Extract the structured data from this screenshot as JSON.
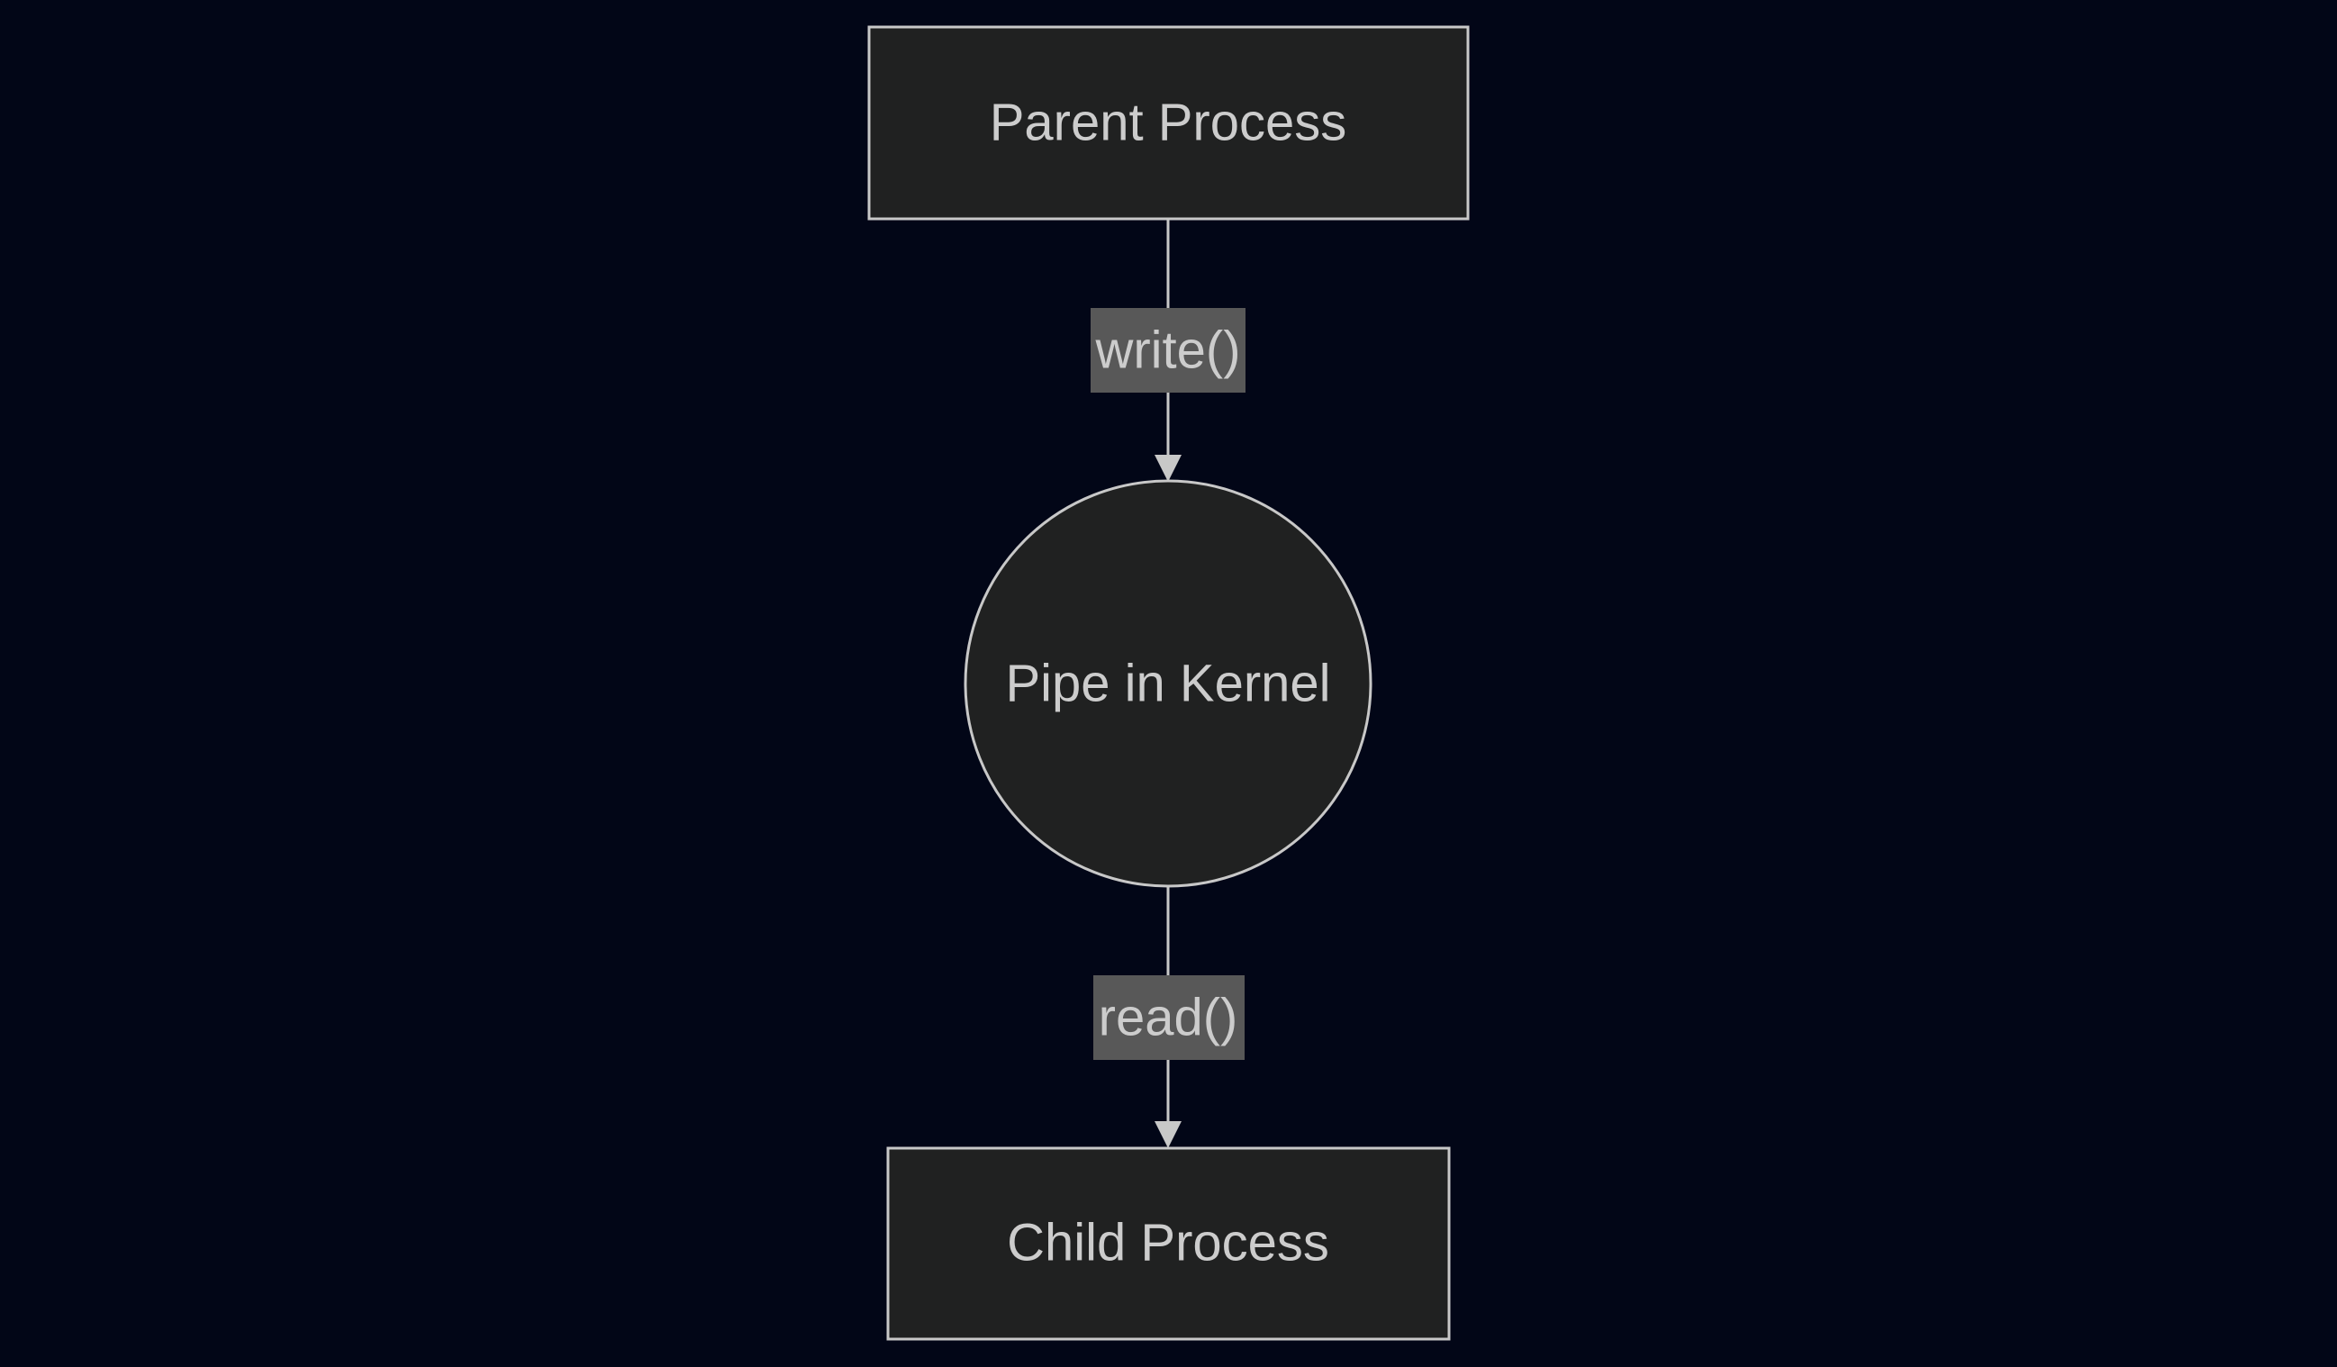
{
  "theme": {
    "background": "#020617",
    "node_fill": "#202121",
    "node_stroke": "#c8c8c8",
    "text_color": "#cccccc",
    "edge_label_fill": "#585858"
  },
  "nodes": {
    "parent": {
      "label": "Parent Process",
      "shape": "rectangle"
    },
    "pipe": {
      "label": "Pipe in Kernel",
      "shape": "circle"
    },
    "child": {
      "label": "Child Process",
      "shape": "rectangle"
    }
  },
  "edges": {
    "parent_to_pipe": {
      "from": "parent",
      "to": "pipe",
      "label": "write()"
    },
    "pipe_to_child": {
      "from": "pipe",
      "to": "child",
      "label": "read()"
    }
  }
}
